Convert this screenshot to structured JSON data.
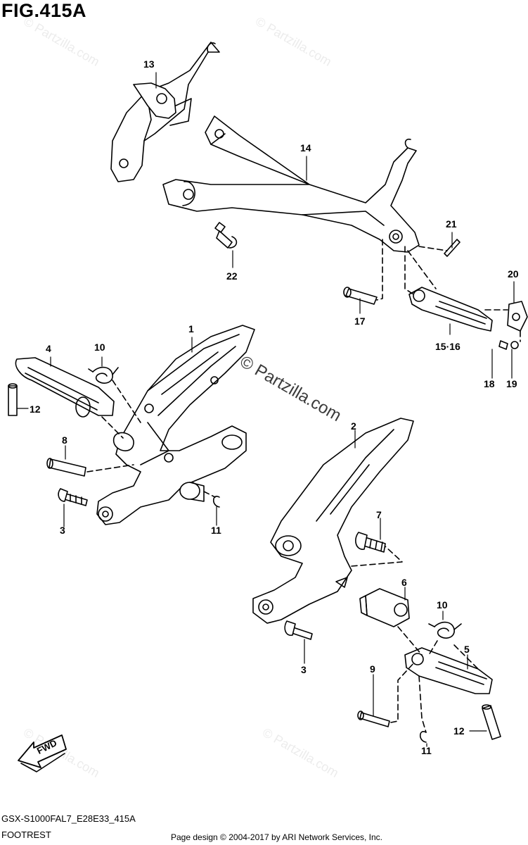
{
  "figure": {
    "title": "FIG.415A"
  },
  "callouts": {
    "p1": "1",
    "p2": "2",
    "p3a": "3",
    "p3b": "3",
    "p4": "4",
    "p5": "5",
    "p6": "6",
    "p7": "7",
    "p8": "8",
    "p9": "9",
    "p10a": "10",
    "p10b": "10",
    "p11a": "11",
    "p11b": "11",
    "p12a": "12",
    "p12b": "12",
    "p13": "13",
    "p14": "14",
    "p15_16": "15·16",
    "p17": "17",
    "p18": "18",
    "p19": "19",
    "p20": "20",
    "p21": "21",
    "p22": "22"
  },
  "badge": {
    "fwd": "FWD"
  },
  "watermark": {
    "main": "© Partzilla.com",
    "faint": "© Partzilla.com"
  },
  "footer": {
    "model_code": "GSX-S1000FAL7_E28E33_415A",
    "section_name": "FOOTREST",
    "copyright": "Page design © 2004-2017 by ARI Network Services, Inc."
  }
}
